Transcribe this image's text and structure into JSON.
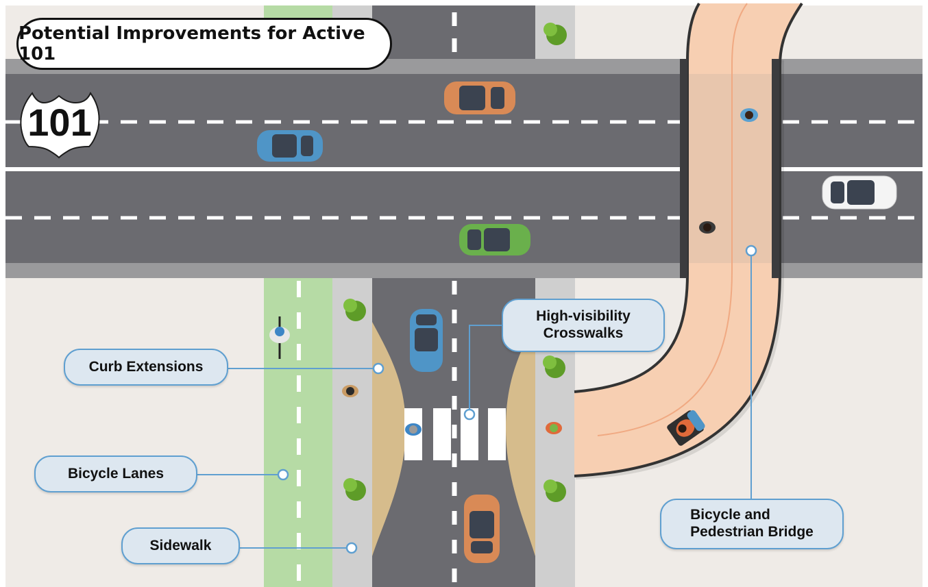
{
  "title": "Potential Improvements for Active 101",
  "highway_shield": "101",
  "labels": {
    "curb_extensions": "Curb Extensions",
    "bicycle_lanes": "Bicycle Lanes",
    "sidewalk": "Sidewalk",
    "crosswalks_line1": "High-visibility",
    "crosswalks_line2": "Crosswalks",
    "bridge_line1": "Bicycle and",
    "bridge_line2": "Pedestrian Bridge"
  },
  "colors": {
    "ground": "#efebe7",
    "asphalt": "#6b6b70",
    "shoulder": "#9a9a9c",
    "bike_lane": "#b6dba5",
    "sidewalk": "#cfcfcf",
    "curb_extension": "#d6bc8c",
    "bridge": "#f7cfb2",
    "callout_fill": "#dde7f0",
    "callout_stroke": "#5f9fd0",
    "vehicle_orange": "#d98a56",
    "vehicle_blue": "#4f95c7",
    "vehicle_green": "#6ab04c",
    "vehicle_white": "#f4f4f4"
  }
}
